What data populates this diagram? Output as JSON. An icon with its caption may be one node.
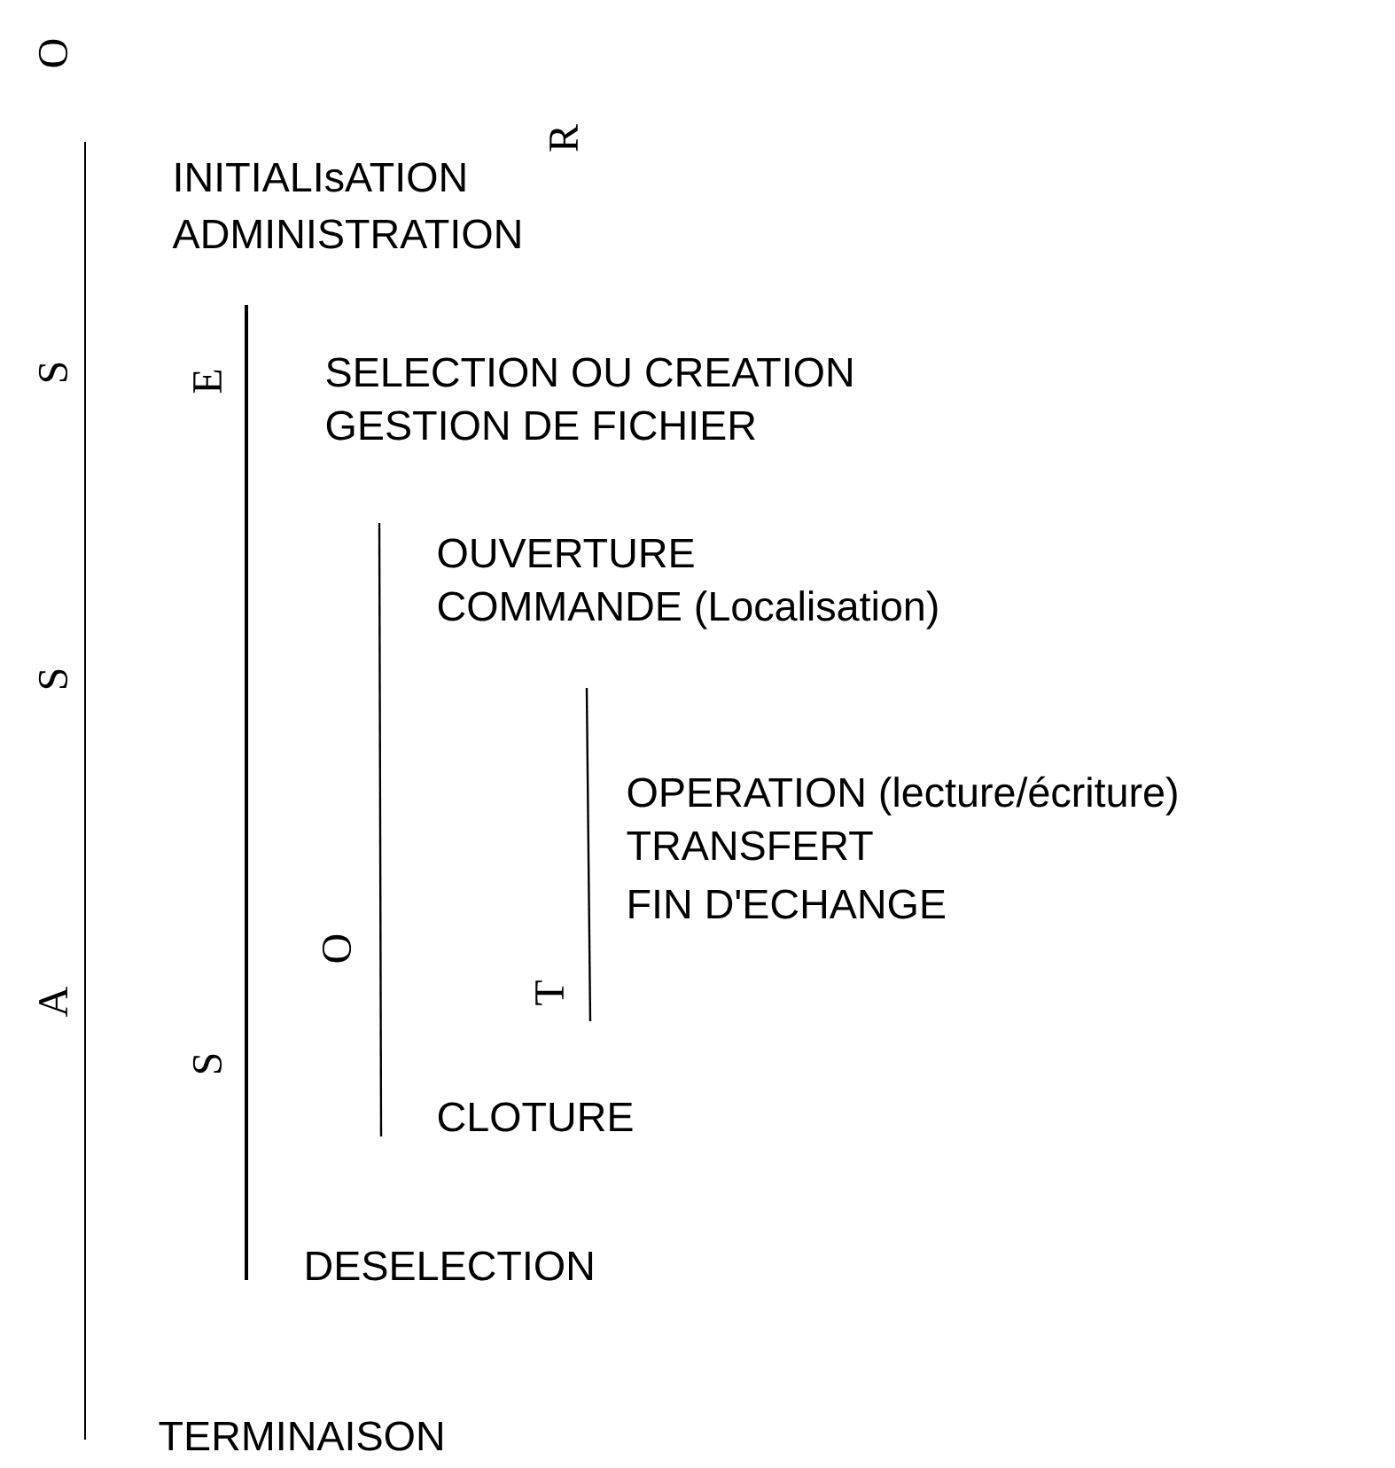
{
  "diagram": {
    "labels": [
      "O",
      "R",
      "INITIALIsATION",
      "ADMINISTRATION",
      "S",
      "E",
      "SELECTION OU CREATION",
      "GESTION DE FICHIER",
      "OUVERTURE",
      "COMMANDE (Localisation)",
      "S",
      "OPERATION (lecture/écriture)",
      "TRANSFERT",
      "FIN D'ECHANGE",
      "O",
      "T",
      "A",
      "S",
      "CLOTURE",
      "DESELECTION",
      "TERMINAISON"
    ]
  }
}
